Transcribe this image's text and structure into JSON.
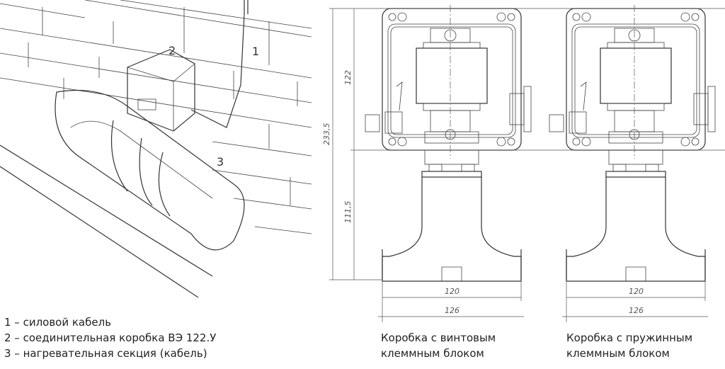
{
  "illustration": {
    "callouts": [
      "1",
      "2",
      "3"
    ]
  },
  "legend": [
    "1 – силовой кабель",
    "2 – соединительная коробка ВЭ 122.У",
    "3 – нагревательная секция (кабель)"
  ],
  "dimensions": {
    "total_height": "233,5",
    "box_height": "122",
    "tee_height": "111,5",
    "inner_width": "120",
    "outer_width": "126"
  },
  "captions": {
    "screw": [
      "Коробка с винтовым",
      "клеммным блоком"
    ],
    "spring": [
      "Коробка с пружинным",
      "клеммным блоком"
    ]
  }
}
